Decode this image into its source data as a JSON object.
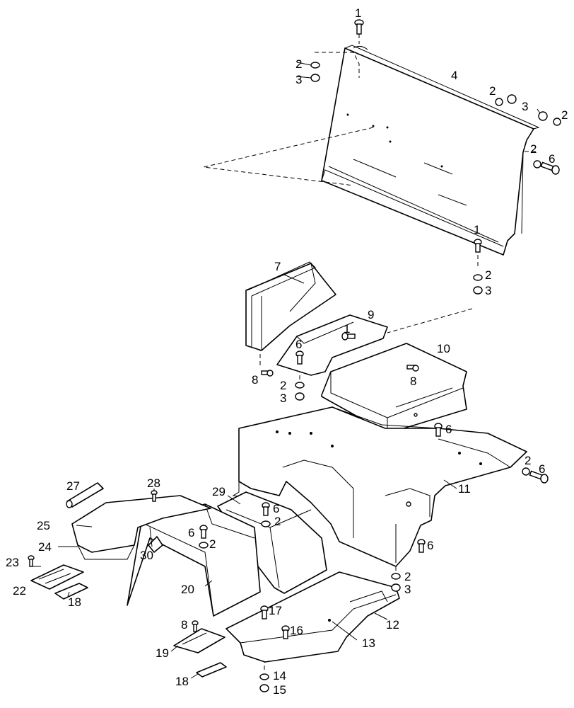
{
  "callouts": {
    "c1": "1",
    "c2": "2",
    "c3": "3",
    "c4": "4",
    "c6": "6",
    "c7": "7",
    "c8": "8",
    "c9": "9",
    "c10": "10",
    "c11": "11",
    "c12": "12",
    "c13": "13",
    "c14": "14",
    "c15": "15",
    "c16": "16",
    "c17": "17",
    "c18": "18",
    "c19": "19",
    "c20": "20",
    "c22": "22",
    "c23": "23",
    "c24": "24",
    "c25": "25",
    "c27": "27",
    "c28": "28",
    "c29": "29",
    "c30": "30"
  }
}
